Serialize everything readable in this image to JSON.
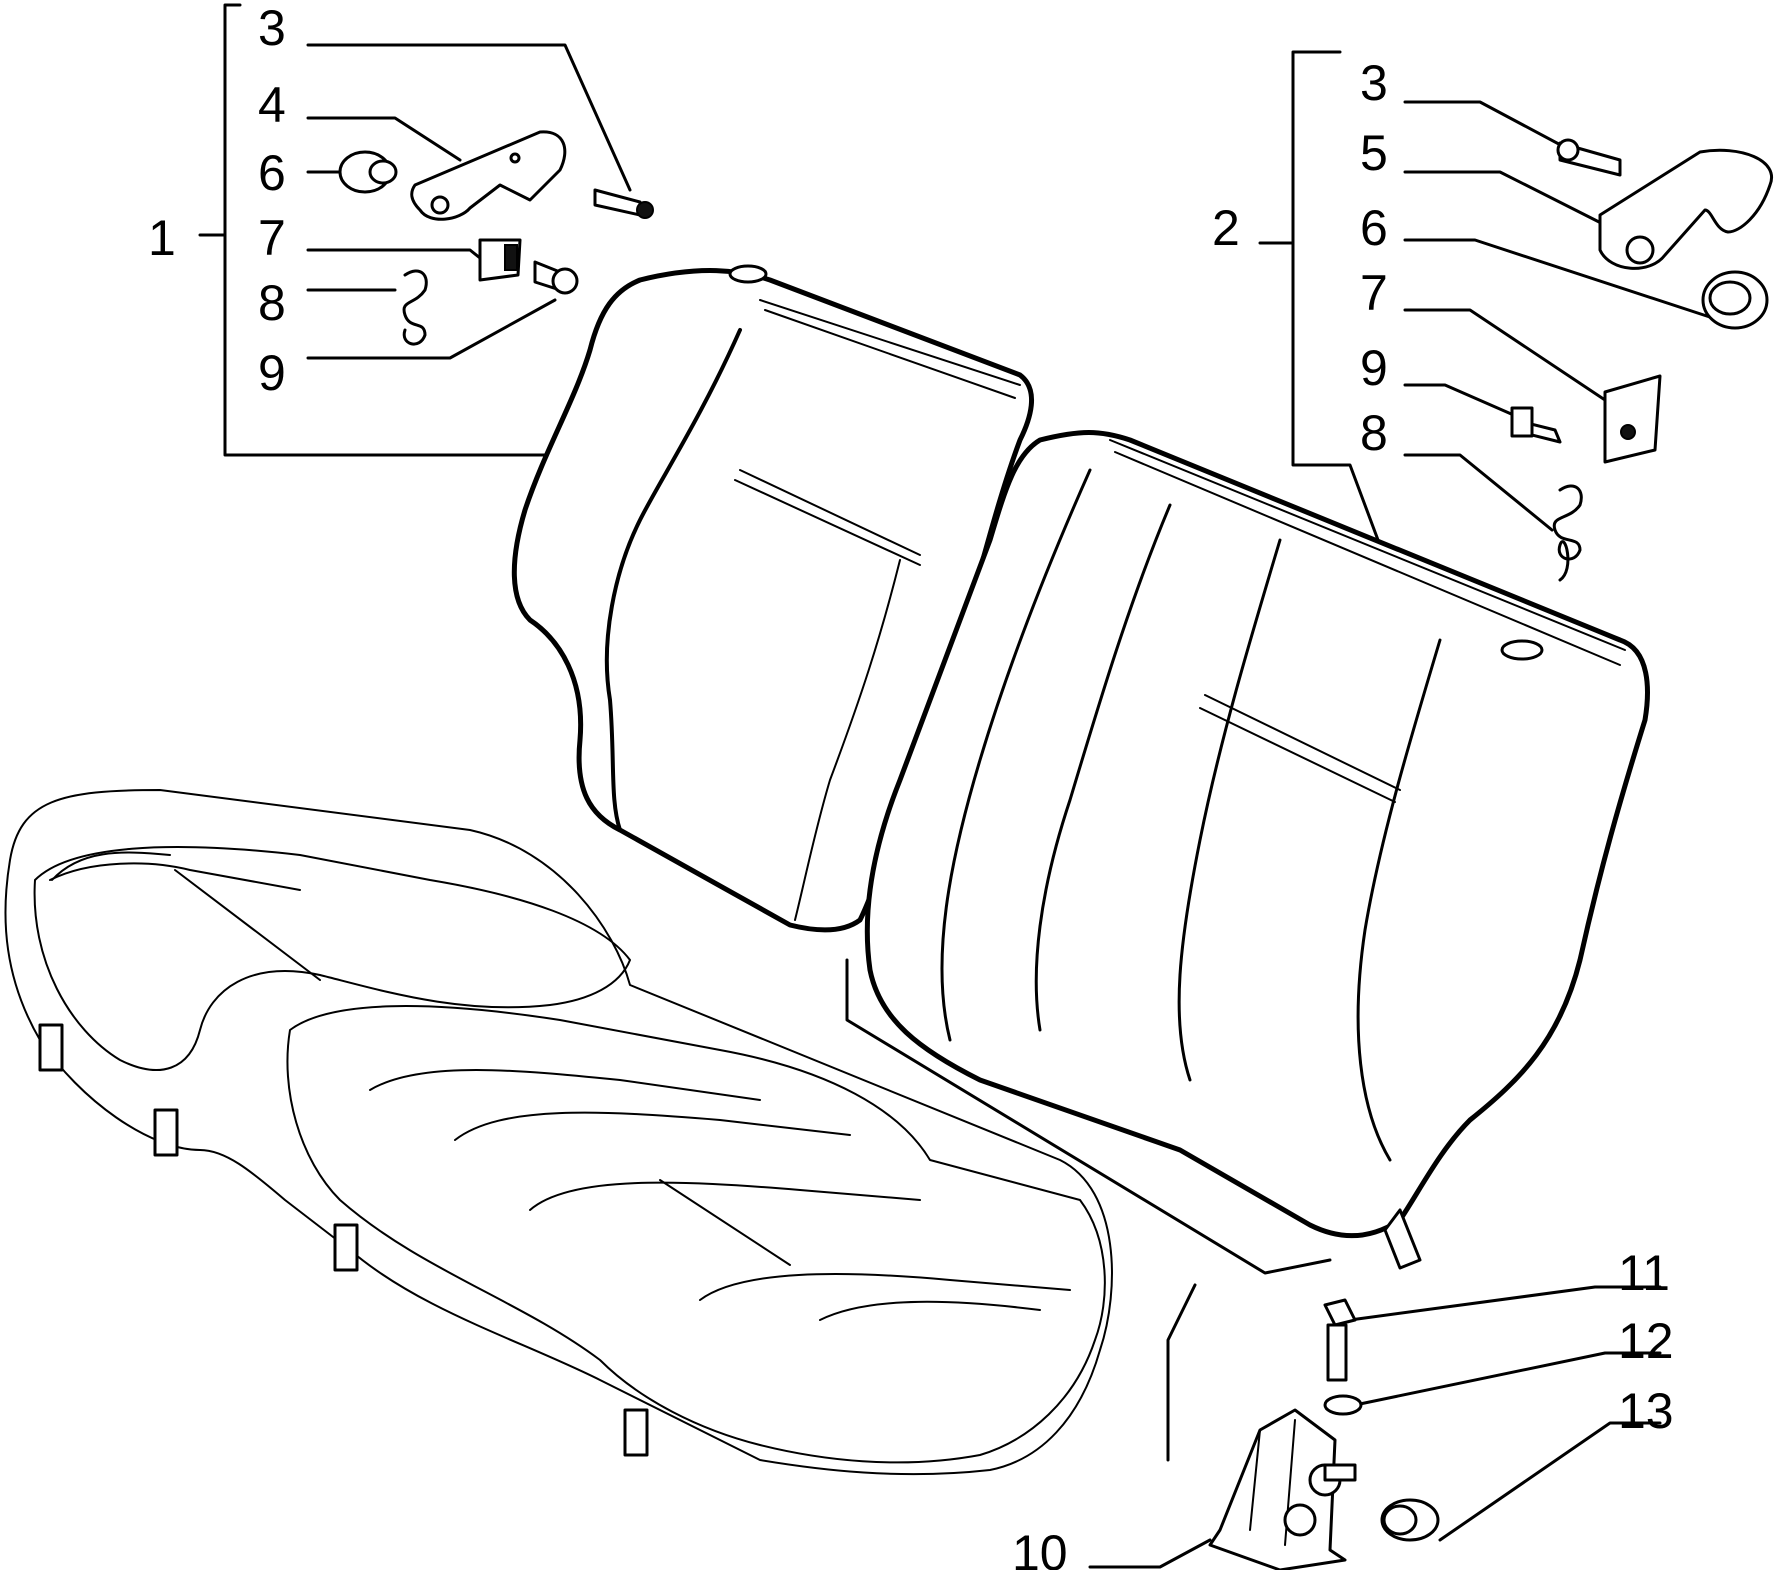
{
  "callouts": {
    "c1": "1",
    "c2": "2",
    "g1_3": "3",
    "g1_4": "4",
    "g1_6": "6",
    "g1_7": "7",
    "g1_8": "8",
    "g1_9": "9",
    "g2_3": "3",
    "g2_5": "5",
    "g2_6": "6",
    "g2_7": "7",
    "g2_9": "9",
    "g2_8": "8",
    "c10": "10",
    "c11": "11",
    "c12": "12",
    "c13": "13"
  }
}
